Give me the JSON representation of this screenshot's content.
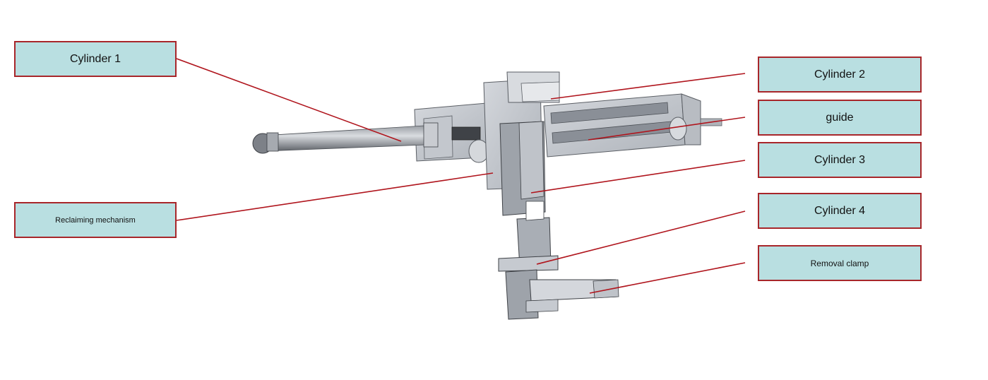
{
  "labels": {
    "cylinder_1": "Cylinder 1",
    "reclaiming_mechanism": "Reclaiming mechanism",
    "cylinder_2": "Cylinder 2",
    "guide": "guide",
    "cylinder_3": "Cylinder 3",
    "cylinder_4": "Cylinder 4",
    "removal_clamp": "Removal clamp"
  },
  "colors": {
    "label_fill": "#b9dfe1",
    "label_border": "#a8262a",
    "leader_line": "#b0151d",
    "metal_light": "#c9cdd4",
    "metal_mid": "#a9aeb7",
    "metal_dark": "#6f747c"
  }
}
